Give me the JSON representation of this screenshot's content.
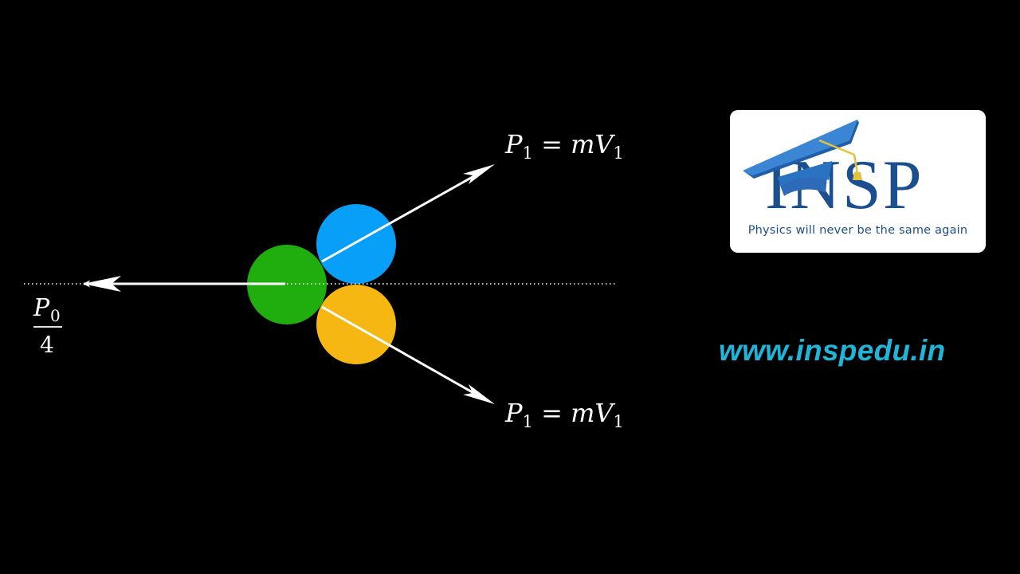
{
  "diagram": {
    "left_momentum": {
      "numerator": "P",
      "numerator_sub": "0",
      "denominator": "4"
    },
    "upper_momentum": {
      "P": "P",
      "sub": "1",
      "eq": " = ",
      "m": "m",
      "V": "V",
      "vsub": "1"
    },
    "lower_momentum": {
      "P": "P",
      "sub": "1",
      "eq": " = ",
      "m": "m",
      "V": "V",
      "vsub": "1"
    },
    "colors": {
      "green_ball": "#1fae0e",
      "blue_ball": "#079ff7",
      "orange_ball": "#f6b712",
      "arrow": "#ffffff"
    }
  },
  "logo": {
    "wordmark": "INSP",
    "tagline": "Physics will never be the same again",
    "icon": "graduation-cap-icon"
  },
  "website": "www.inspedu.in"
}
